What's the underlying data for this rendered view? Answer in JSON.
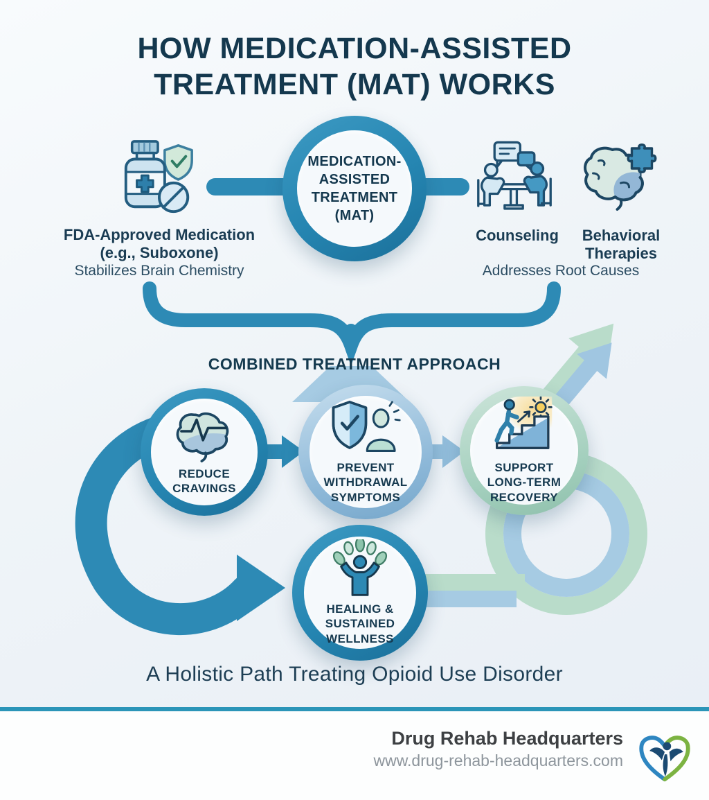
{
  "title": {
    "line1": "HOW MEDICATION-ASSISTED",
    "line2": "TREATMENT (MAT) WORKS"
  },
  "mat_circle": {
    "lines": [
      "MEDICATION-",
      "ASSISTED",
      "TREATMENT",
      "(MAT)"
    ]
  },
  "pillars": {
    "medication": {
      "title_line1": "FDA-Approved Medication",
      "title_line2": "(e.g., Suboxone)",
      "subtitle": "Stabilizes Brain Chemistry"
    },
    "counseling_label": "Counseling",
    "behavioral_line1": "Behavioral",
    "behavioral_line2": "Therapies",
    "therapy_subtitle": "Addresses Root Causes"
  },
  "combined_label": "COMBINED TREATMENT APPROACH",
  "steps": [
    {
      "lines": [
        "REDUCE",
        "CRAVINGS"
      ]
    },
    {
      "lines": [
        "PREVENT",
        "WITHDRAWAL",
        "SYMPTOMS"
      ]
    },
    {
      "lines": [
        "SUPPORT",
        "LONG-TERM",
        "RECOVERY"
      ]
    }
  ],
  "outcome": {
    "lines": [
      "HEALING &",
      "SUSTAINED",
      "WELLNESS"
    ]
  },
  "caption": "A Holistic Path Treating Opioid Use Disorder",
  "footer": {
    "brand": "Drug Rehab Headquarters",
    "url": "www.drug-rehab-headquarters.com"
  },
  "colors": {
    "primary_teal": "#2d8ab5",
    "navy_text": "#14384e",
    "light_blue_band": "#a6cbe3",
    "light_green_band": "#b9dcca",
    "divider_teal": "#2b95b8",
    "logo_blue": "#2e86c1",
    "logo_green": "#7cb342"
  }
}
